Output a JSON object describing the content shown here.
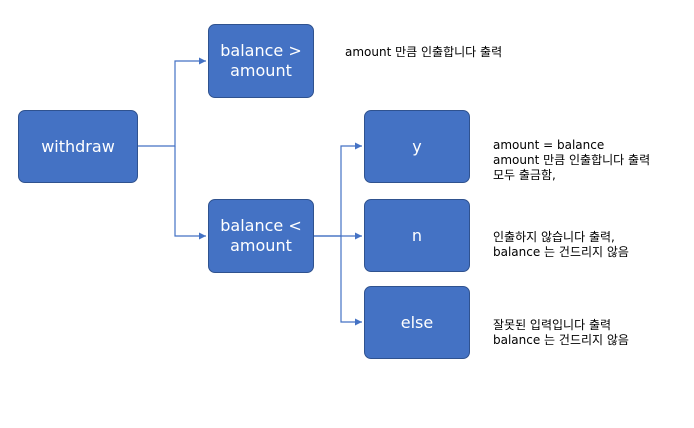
{
  "colors": {
    "node_fill": "#4472c4",
    "node_border": "#2f528f",
    "connector": "#4472c4"
  },
  "nodes": {
    "withdraw": "withdraw",
    "balance_gt_amount": "balance >\namount",
    "balance_lt_amount": "balance <\namount",
    "y": "y",
    "n": "n",
    "else": "else"
  },
  "notes": {
    "gt": "amount 만큼 인출합니다 출력",
    "y": "amount = balance\namount 만큼 인출합니다 출력\n모두 출금함,",
    "n": "인출하지 않습니다 출력,\nbalance 는 건드리지 않음",
    "else": "잘못된 입력입니다 출력\nbalance 는 건드리지 않음"
  }
}
